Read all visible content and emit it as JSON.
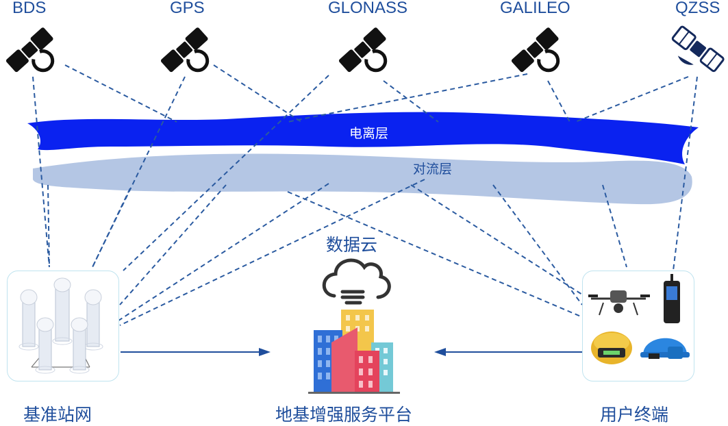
{
  "satellites": [
    {
      "id": "bds",
      "label": "BDS"
    },
    {
      "id": "gps",
      "label": "GPS"
    },
    {
      "id": "glonass",
      "label": "GLONASS"
    },
    {
      "id": "galileo",
      "label": "GALILEO"
    },
    {
      "id": "qzss",
      "label": "QZSS"
    }
  ],
  "layers": {
    "ionosphere": "电离层",
    "troposphere": "对流层"
  },
  "cloud_label": "数据云",
  "nodes": {
    "base_network": "基准站网",
    "platform": "地基增强服务平台",
    "user_terminals": "用户终端"
  },
  "colors": {
    "label": "#1f4e9c",
    "ionosphere": "#0a22f0",
    "troposphere": "#b4c6e4",
    "dash": "#2a5aa0"
  }
}
